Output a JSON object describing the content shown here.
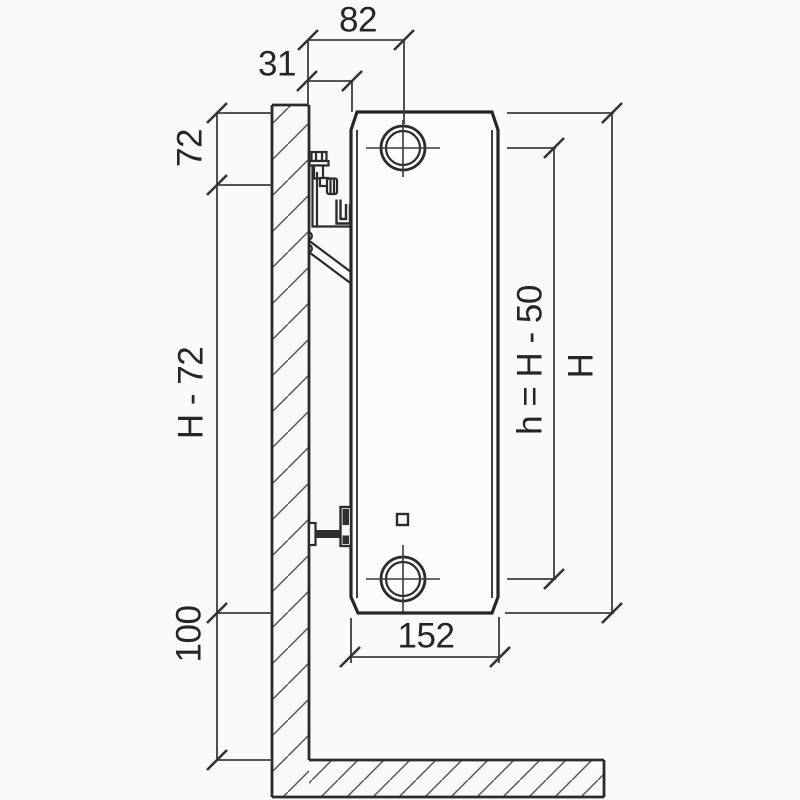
{
  "diagram": {
    "kind": "radiator-wall-mounting-side-view",
    "labels": {
      "dim_82": "82",
      "dim_31": "31",
      "dim_72": "72",
      "dim_h_minus_72": "H - 72",
      "dim_100": "100",
      "dim_152": "152",
      "dim_h_formula": "h = H - 50",
      "dim_H": "H"
    },
    "colors": {
      "background": "#fafafa",
      "object_line": "#2b2b2b",
      "dimension_line": "#3e3e3e",
      "hatch_line": "#555555",
      "text": "#262626"
    }
  }
}
